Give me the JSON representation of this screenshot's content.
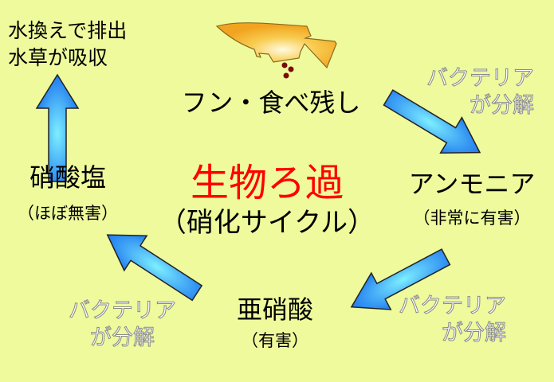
{
  "top_left": {
    "line1": "水換えで排出",
    "line2": "水草が吸収"
  },
  "stages": {
    "waste": {
      "label": "フン・食べ残し"
    },
    "ammonia": {
      "label": "アンモニア",
      "note": "（非常に有害）"
    },
    "nitrite": {
      "label": "亜硝酸",
      "note": "（有害）"
    },
    "nitrate": {
      "label": "硝酸塩",
      "note": "（ほぼ無害）"
    }
  },
  "center": {
    "title": "生物ろ過",
    "subtitle": "（硝化サイクル）"
  },
  "bacteria": [
    {
      "line1": "バクテリア",
      "line2": "が分解"
    },
    {
      "line1": "バクテリア",
      "line2": "が分解"
    },
    {
      "line1": "バクテリア",
      "line2": "が分解"
    }
  ],
  "colors": {
    "background": "#eefa9c",
    "title": "#ff0000",
    "arrow": "#1e7ff0",
    "fish": "#f5b12a"
  }
}
